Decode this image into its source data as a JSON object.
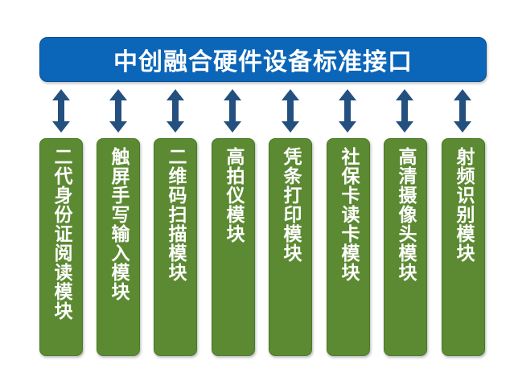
{
  "header": {
    "title": "中创融合硬件设备标准接口"
  },
  "modules": [
    {
      "label": "二代身份证阅读模块"
    },
    {
      "label": "触屏手写输入模块"
    },
    {
      "label": "二维码扫描模块"
    },
    {
      "label": "高拍仪模块"
    },
    {
      "label": "凭条打印模块"
    },
    {
      "label": "社保卡读卡模块"
    },
    {
      "label": "高清摄像头模块"
    },
    {
      "label": "射频识别模块"
    }
  ],
  "colors": {
    "header_fill": "#0b65b8",
    "module_fill": "#5c8a32",
    "arrow_fill": "#24507f",
    "text": "#ffffff"
  },
  "icons": {
    "connector": "double-headed-vertical-arrow"
  }
}
